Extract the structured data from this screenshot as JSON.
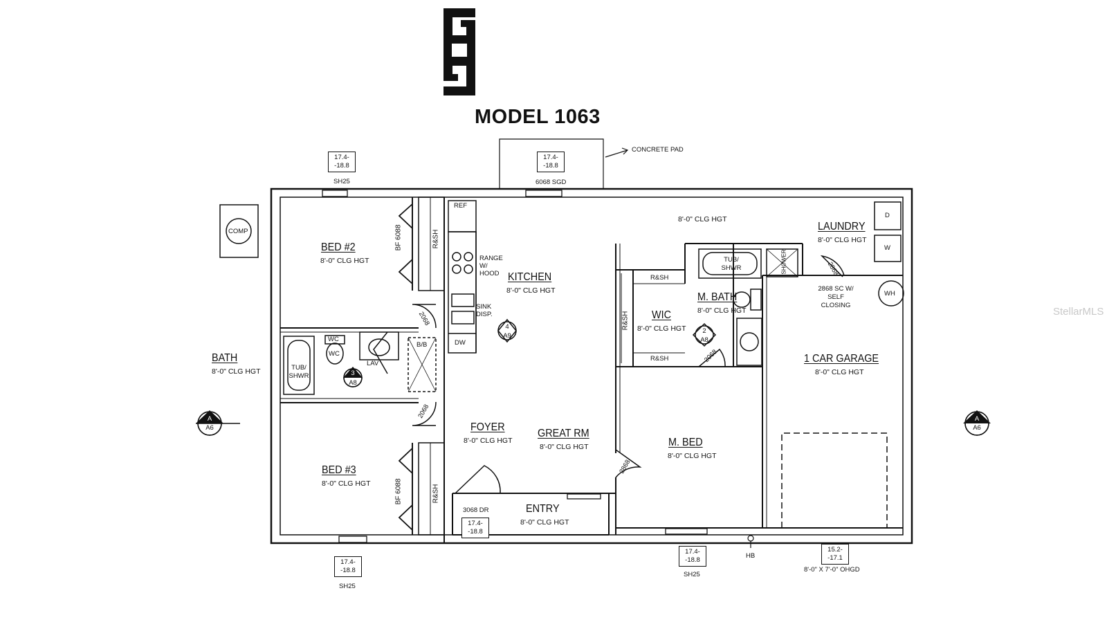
{
  "title": "MODEL 1063",
  "logo_icon": "gg-monogram-logo",
  "rooms": {
    "bed2": {
      "name": "BED #2",
      "clg": "8'-0\" CLG HGT"
    },
    "bed3": {
      "name": "BED #3",
      "clg": "8'-0\" CLG HGT"
    },
    "bath": {
      "name": "BATH",
      "clg": "8'-0\" CLG HGT"
    },
    "kitchen": {
      "name": "KITCHEN",
      "clg": "8'-0\" CLG HGT"
    },
    "foyer": {
      "name": "FOYER",
      "clg": "8'-0\" CLG HGT"
    },
    "great_rm": {
      "name": "GREAT RM",
      "clg": "8'-0\" CLG HGT"
    },
    "entry": {
      "name": "ENTRY",
      "clg": "8'-0\" CLG HGT"
    },
    "wic": {
      "name": "WIC",
      "clg": "8'-0\" CLG HGT"
    },
    "m_bath": {
      "name": "M. BATH",
      "clg": "8'-0\" CLG HGT"
    },
    "m_bed": {
      "name": "M. BED",
      "clg": "8'-0\" CLG HGT"
    },
    "laundry": {
      "name": "LAUNDRY",
      "clg": "8'-0\" CLG HGT"
    },
    "garage": {
      "name": "1 CAR GARAGE",
      "clg": "8'-0\" CLG HGT"
    },
    "top_clg": "8'-0\" CLG HGT"
  },
  "fixtures": {
    "ref": "REF",
    "range": "RANGE W/ HOOD",
    "sink": "SINK DISP.",
    "dw": "DW",
    "wc": "WC",
    "lav": "LAV",
    "tub": "TUB/ SHWR",
    "comp": "COMP",
    "wh": "WH",
    "d": "D",
    "w": "W",
    "bb": "B/B",
    "rsh": "R&SH",
    "bf": "BF 6088",
    "hb": "HB",
    "shower": "SHOWER"
  },
  "doors": {
    "d3068": "3068 DR",
    "d2868": "2868",
    "d2868sc": "2868 SC W/ SELF CLOSING",
    "d2068": "2068",
    "d6068sgd": "6068 SGD",
    "garage_door": "8'-0\" X 7'-0\" OHGD",
    "concrete": "CONCRETE PAD"
  },
  "windows": {
    "sh25_a": "SH25",
    "sh25_b": "SH25",
    "sh25_c": "SH25",
    "w1": "17.4- -18.8",
    "w2": "17.4- -18.8",
    "w3": "17.4- -18.8",
    "w4": "17.4- -18.8",
    "w5": "17.4- -18.8",
    "w6": "15.2- -17.1"
  },
  "section_markers": {
    "left": {
      "top": "A",
      "bottom": "A6"
    },
    "right": {
      "top": "A",
      "bottom": "A6"
    },
    "kitchen": {
      "top": "4",
      "bottom": "A9"
    },
    "bath": {
      "top": "3",
      "bottom": "A8"
    },
    "mbath": {
      "top": "2",
      "bottom": "A8"
    }
  },
  "watermark": "StellarMLS"
}
